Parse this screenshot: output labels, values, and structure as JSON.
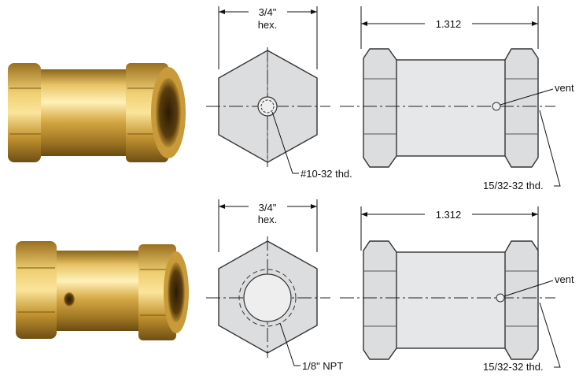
{
  "rows": [
    {
      "hex_label_line1": "3/4\"",
      "hex_label_line2": "hex.",
      "length_label": "1.312",
      "port_label": "#10-32 thd.",
      "vent_label": "vent",
      "thread_label": "15/32-32 thd."
    },
    {
      "hex_label_line1": "3/4\"",
      "hex_label_line2": "hex.",
      "length_label": "1.312",
      "port_label": "1/8\" NPT",
      "vent_label": "vent",
      "thread_label": "15/32-32 thd."
    }
  ],
  "colors": {
    "brass_light": "#f2d27a",
    "brass_mid": "#c9a03c",
    "brass_dark": "#7a5a1a",
    "drawing_fill": "#e6e7e8",
    "line": "#333333"
  }
}
